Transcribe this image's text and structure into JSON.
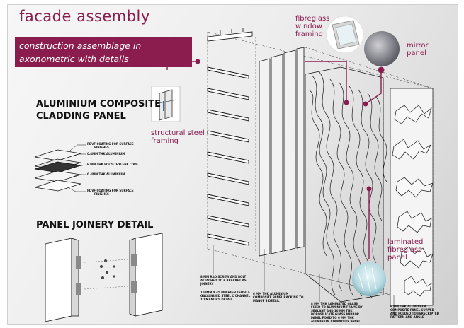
{
  "title": "facade assembly",
  "subtitle_line1": "construction assemblage in",
  "subtitle_line2": "axonometric with details",
  "cladding_heading_1": "ALUMINIUM COMPOSITE",
  "cladding_heading_2": "CLADDING PANEL",
  "layers": [
    "PDVF COATING FOR SURFACE",
    "FINISHES",
    "0.4MM THK ALUMINIUM",
    "6 MM THK POLYETHYLENE CORE",
    "0.4MM THK ALUMINIUM",
    "PDVF COATING FOR SURFACE",
    "FINISHES"
  ],
  "joinery_heading": "PANEL JOINERY DETAIL",
  "labels": {
    "fibreglass_1": "fibreglass",
    "fibreglass_2": "window",
    "fibreglass_3": "framing",
    "mirror_1": "mirror",
    "mirror_2": "panel",
    "steel_1": "structural steel",
    "steel_2": "framing",
    "laminated_1": "laminated",
    "laminated_2": "fibreglass",
    "laminated_3": "panel"
  },
  "notes": {
    "n1_1": "8 MM RAD SCREW AND BOLT",
    "n1_2": "ATTACHED TO 6 BRACKET AS",
    "n1_3": "JOINERY",
    "n2_1": "100MM X 45 MM HIGH TENSILE",
    "n2_2": "GALVANISED STEEL C CHANNEL",
    "n2_3": "TO MANUF'S DETAIL",
    "n3_1": "6 MM THK ALUMINIUM",
    "n3_2": "COMPOSITE PANEL BACKING TO",
    "n3_3": "MANUF'S DETAIL",
    "n4_1": "8 MM THK LAMINATED GLASS",
    "n4_2": "FIXED TO ALUMINIUM FRAME BY",
    "n4_3": "SEALANT AND 10 MM THK",
    "n4_4": "BOROSILICATE GLASS MIRROR",
    "n4_5": "PANEL FIXED TO 6 MM THK",
    "n4_6": "ALUMINIUM COMPOSITE PANEL",
    "n5_1": "6 MM THK ALUMINIUM",
    "n5_2": "COMPOSITE PANEL CURVED",
    "n5_3": "AND FOLDED TO PERSCRIPTED",
    "n5_4": "PATTERN AND ANGLE"
  },
  "colors": {
    "accent": "#8a1d4e",
    "ink": "#111111",
    "sheet": "#ececec"
  }
}
